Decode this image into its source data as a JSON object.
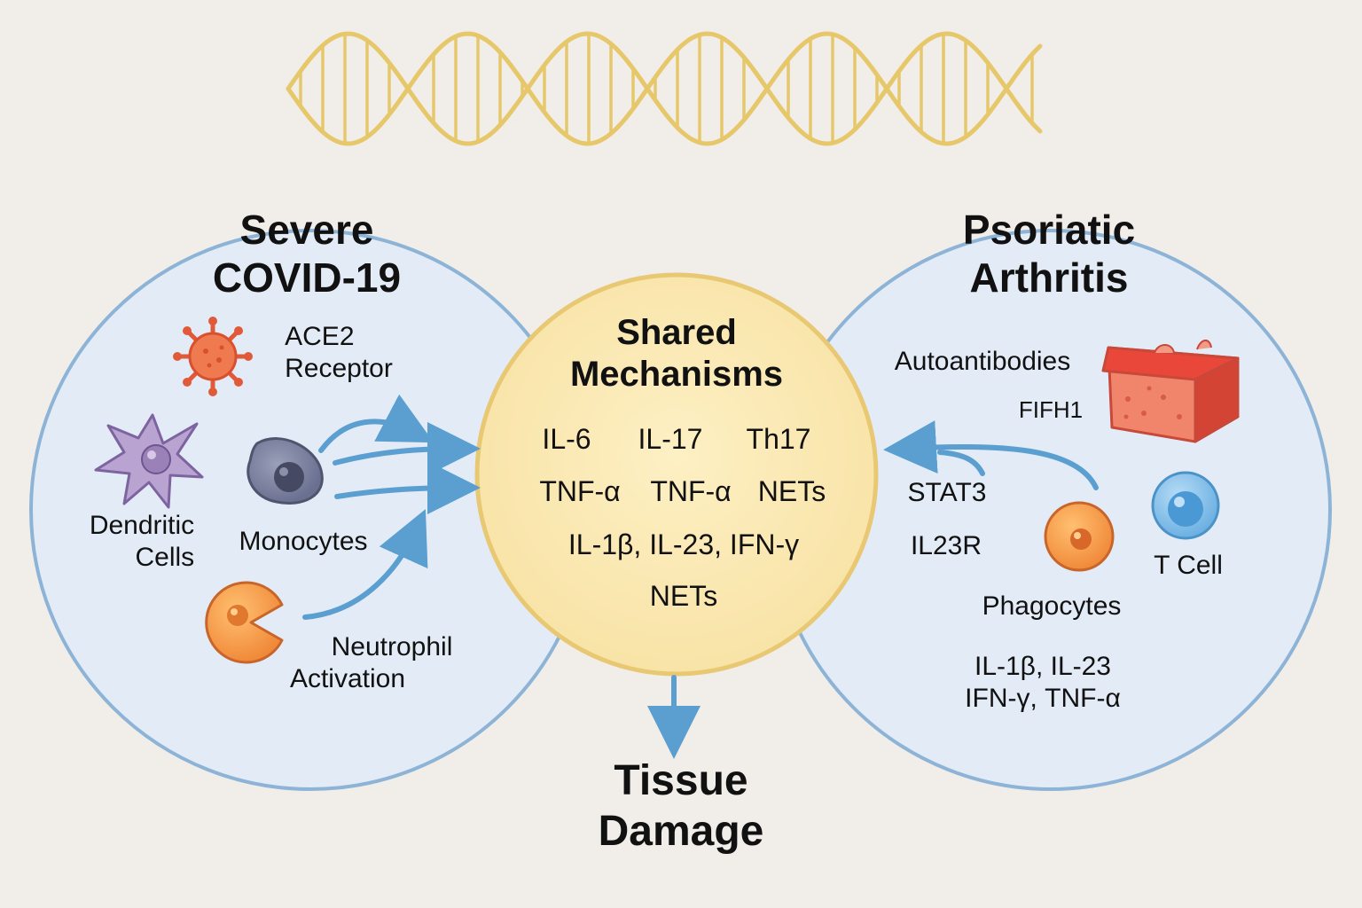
{
  "colors": {
    "background": "#f1eeea",
    "side_circle_fill": "#e3ecf6",
    "side_circle_stroke": "#8db4d6",
    "center_fill": "#fae8b0",
    "center_stroke": "#e8c872",
    "arrow": "#5a9fd0",
    "dna": "#e6c76a"
  },
  "left": {
    "title_line1": "Severe",
    "title_line2": "COVID-19",
    "ace2_line1": "ACE2",
    "ace2_line2": "Receptor",
    "dendritic_line1": "Dendritic",
    "dendritic_line2": "Cells",
    "monocytes": "Monocytes",
    "neutrophil_line1": "Neutrophil",
    "neutrophil_line2": "Activation"
  },
  "center": {
    "title_line1": "Shared",
    "title_line2": "Mechanisms",
    "row1": [
      "IL-6",
      "IL-17",
      "Th17"
    ],
    "row2": [
      "TNF-α",
      "TNF-α",
      "NETs"
    ],
    "row3": "IL-1β, IL-23, IFN-γ",
    "row4": "NETs"
  },
  "right": {
    "title_line1": "Psoriatic",
    "title_line2": "Arthritis",
    "autoantibodies": "Autoantibodies",
    "fifh1": "FIFH1",
    "stat3": "STAT3",
    "il23r": "IL23R",
    "tcell": "T Cell",
    "phagocytes": "Phagocytes",
    "cyto_line1": "IL-1β, IL-23",
    "cyto_line2": "IFN-γ, TNF-α"
  },
  "outcome": {
    "line1": "Tissue",
    "line2": "Damage"
  }
}
